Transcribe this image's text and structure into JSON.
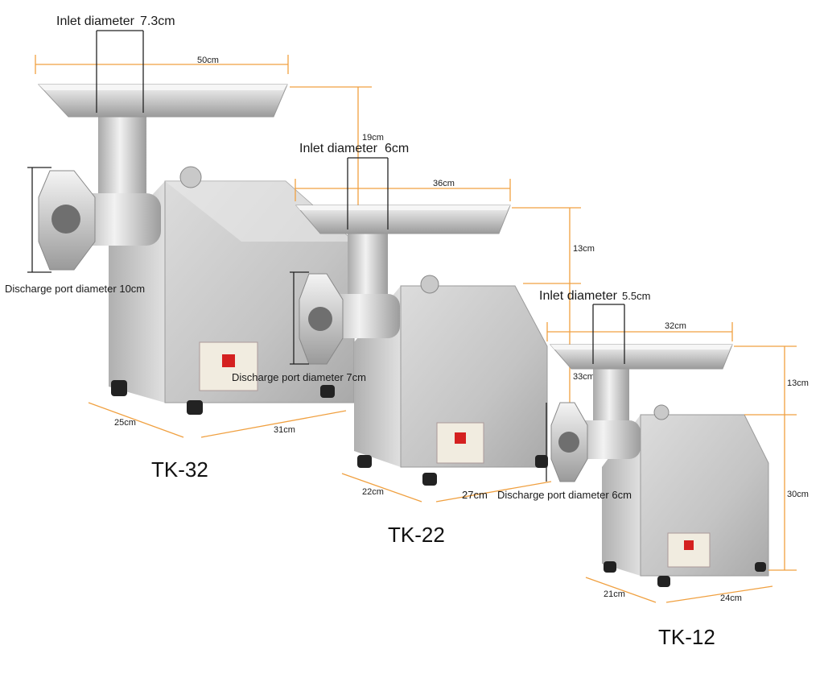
{
  "machines": [
    {
      "model": "TK-32",
      "inlet_label": "Inlet diameter",
      "inlet_value": "7.3cm",
      "tray_width": "50cm",
      "height_top": "19cm",
      "discharge": "Discharge port diameter 10cm",
      "base_depth": "25cm",
      "base_width": "31cm"
    },
    {
      "model": "TK-22",
      "inlet_label": "Inlet diameter",
      "inlet_value": "6cm",
      "tray_width": "36cm",
      "height_top": "13cm",
      "height_body": "33cm",
      "discharge": "Discharge port diameter 7cm",
      "base_depth": "22cm",
      "base_width": "27cm"
    },
    {
      "model": "TK-12",
      "inlet_label": "Inlet diameter",
      "inlet_value": "5.5cm",
      "tray_width": "32cm",
      "height_top": "13cm",
      "height_body": "30cm",
      "discharge": "Discharge port diameter 6cm",
      "base_depth": "21cm",
      "base_width": "24cm"
    }
  ],
  "colors": {
    "dimension_line": "#f0a040",
    "black_line": "#222222",
    "steel_light": "#e6e6e6",
    "steel_mid": "#bdbdbd",
    "steel_dark": "#8a8a8a",
    "switch_red": "#d42020"
  }
}
